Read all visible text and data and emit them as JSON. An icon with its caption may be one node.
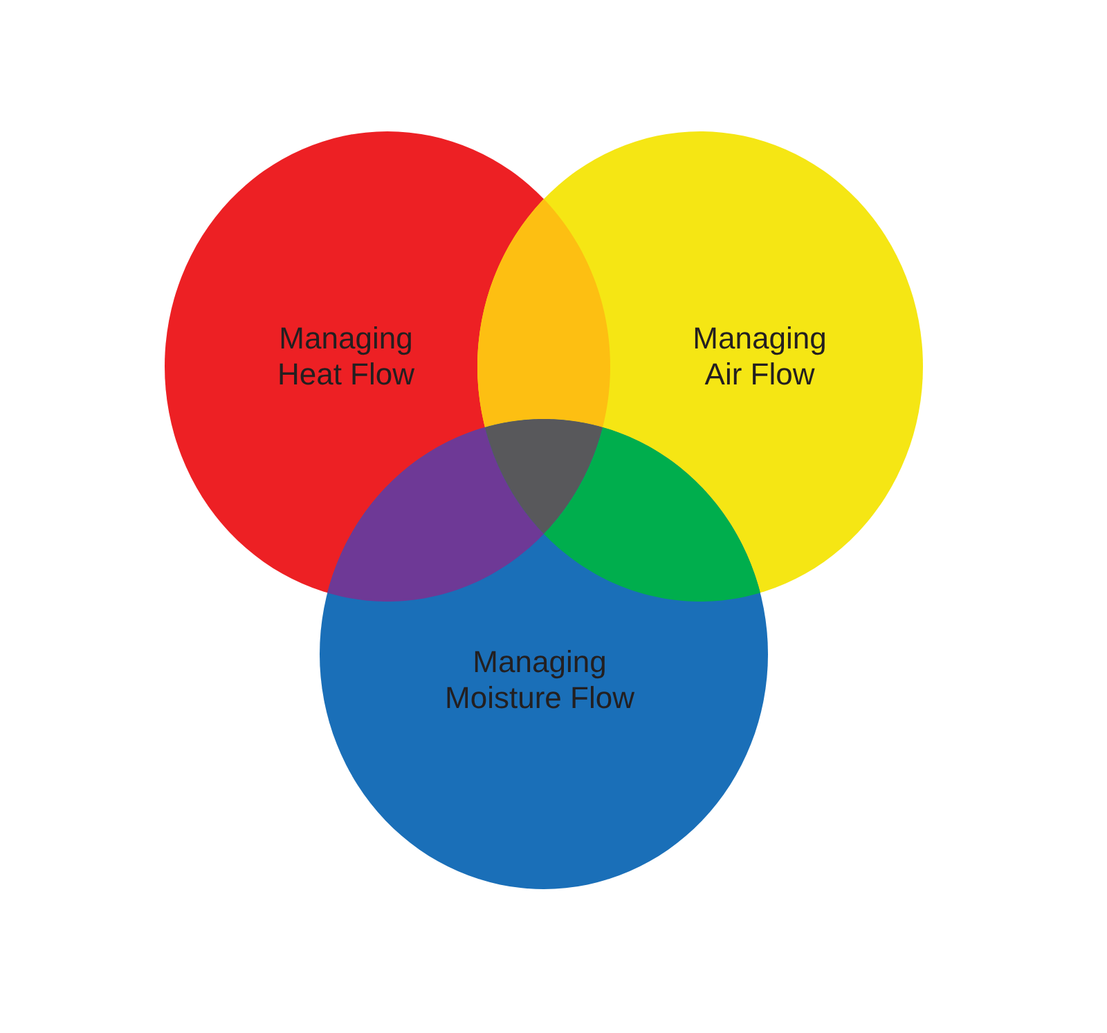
{
  "diagram": {
    "nodes": [
      {
        "text": [
          "Managing Heat Flow"
        ]
      },
      {
        "text": [
          "Managing Air Flow"
        ]
      },
      {
        "text": [
          "Managing Moisture Flow"
        ]
      },
      {
        "text": [],
        "shape": "triangle"
      },
      {
        "text": [],
        "shape": "triangle"
      },
      {
        "text": [],
        "shape": "triangle"
      },
      {
        "text": [],
        "shape": "triangle"
      }
    ]
  }
}
